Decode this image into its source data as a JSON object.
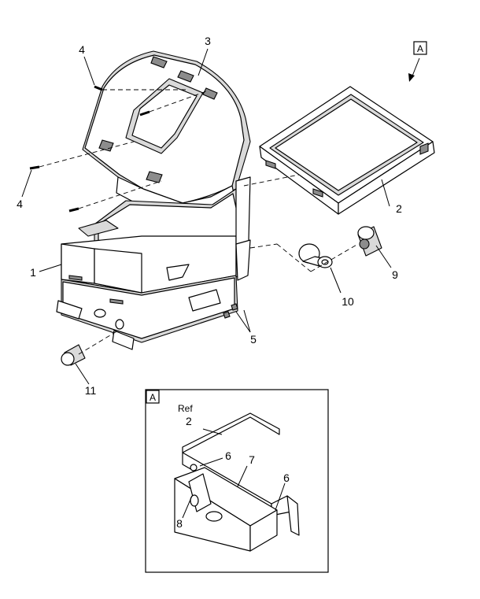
{
  "callouts": {
    "c1": "1",
    "c2": "2",
    "c3": "3",
    "c4a": "4",
    "c4b": "4",
    "c5": "5",
    "c9": "9",
    "c10": "10",
    "c11": "11"
  },
  "view_a": {
    "tag_main": "A",
    "tag_inset": "A",
    "ref_label": "Ref",
    "ref_part": "2",
    "c6a": "6",
    "c6b": "6",
    "c7": "7",
    "c8": "8"
  }
}
